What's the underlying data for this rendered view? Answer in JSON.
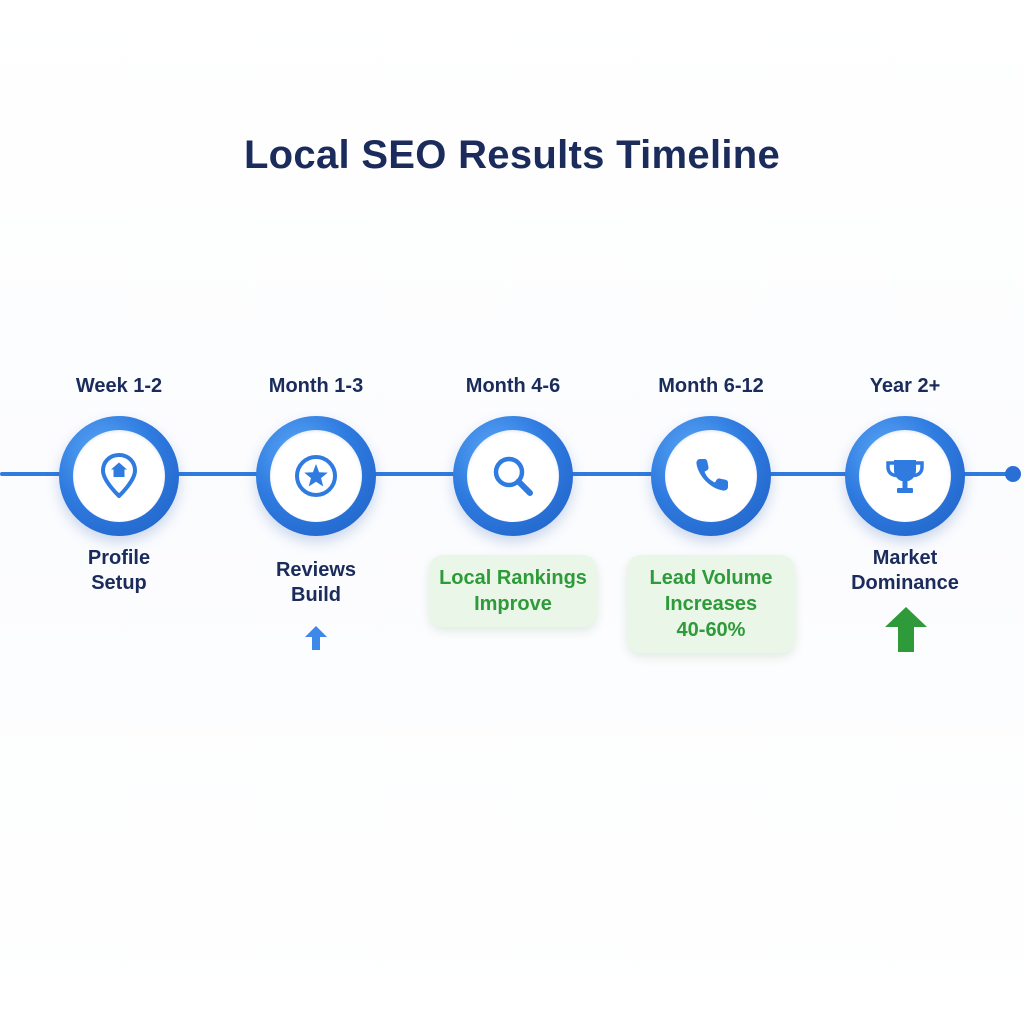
{
  "title": "Local SEO Results Timeline",
  "colors": {
    "primary_blue": "#2f7be0",
    "dark_blue": "#1e5fc4",
    "navy_text": "#1a2b5c",
    "green_text": "#2e9a3a",
    "green_box": "#eaf6e7"
  },
  "milestones": [
    {
      "period": "Week 1-2",
      "icon": "location-pin-icon",
      "label_line1": "Profile",
      "label_line2": "Setup"
    },
    {
      "period": "Month 1-3",
      "icon": "star-badge-icon",
      "label_line1": "Reviews",
      "label_line2": "Build",
      "indicator": "small-up-arrow-icon"
    },
    {
      "period": "Month 4-6",
      "icon": "magnifier-icon",
      "label_line1": "Local Rankings",
      "label_line2": "Improve"
    },
    {
      "period": "Month 6-12",
      "icon": "phone-icon",
      "label_line1": "Lead Volume",
      "label_line2": "Increases",
      "label_line3": "40-60%"
    },
    {
      "period": "Year 2+",
      "icon": "trophy-icon",
      "label_line1": "Market",
      "label_line2": "Dominance",
      "indicator": "large-up-arrow-icon"
    }
  ]
}
